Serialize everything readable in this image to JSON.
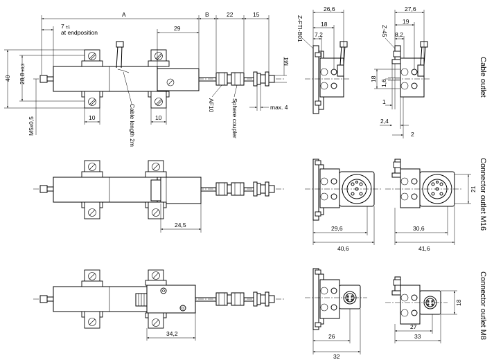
{
  "sections": {
    "cable": "Cable outlet",
    "m16": "Connector outlet M16",
    "m8": "Connector outlet M8"
  },
  "top_view": {
    "dim_A": "A",
    "dim_B": "B",
    "dim_22": "22",
    "dim_15": "15",
    "dim_7": "7",
    "dim_7_tol": "±1",
    "at_endposition": "at endposition",
    "dim_29": "29",
    "dim_40": "40",
    "dim_28_8": "28,8",
    "dim_28_8_tol": "±0,3",
    "dim_M4": "M4",
    "dim_M5": "M5x0,5",
    "dim_10a": "10",
    "dim_10b": "10",
    "cable_length": "Cable length 2m",
    "af10": "AF10",
    "sphere": "Sphere coupler",
    "max4": "max. 4"
  },
  "side_cable_a": {
    "z_label": "Z-FTI-B01",
    "d26_6": "26,6",
    "d18": "18",
    "d7_2": "7,2"
  },
  "side_cable_b": {
    "z_label": "Z-45",
    "d27_6": "27,6",
    "d19": "19",
    "d8_2": "8,2",
    "d18v": "18",
    "d1_6": "1,6",
    "d1": "1",
    "d2_4": "2,4",
    "d2": "2"
  },
  "m16_view": {
    "d24_5": "24,5",
    "d29_6": "29,6",
    "d40_6": "40,6",
    "d30_6": "30,6",
    "d41_6": "41,6",
    "d21": "21"
  },
  "m8_view": {
    "d34_2": "34,2",
    "d26": "26",
    "d32": "32",
    "d27": "27",
    "d33": "33",
    "d18": "18"
  }
}
